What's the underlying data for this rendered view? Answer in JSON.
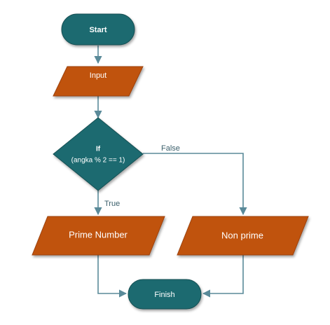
{
  "diagram": {
    "nodes": {
      "start": {
        "label": "Start",
        "shape": "terminator"
      },
      "input": {
        "label": "Input",
        "shape": "parallelogram"
      },
      "decision": {
        "label_line1": "If",
        "label_line2": "(angka % 2 == 1)",
        "shape": "diamond"
      },
      "prime": {
        "label": "Prime Number",
        "shape": "parallelogram"
      },
      "nonprime": {
        "label": "Non prime",
        "shape": "parallelogram"
      },
      "finish": {
        "label": "Finish",
        "shape": "terminator"
      }
    },
    "edges": {
      "true_label": "True",
      "false_label": "False"
    }
  },
  "colors": {
    "terminator_fill": "#1f6b70",
    "process_fill": "#c0520f",
    "decision_fill": "#1f6b70",
    "connector": "#5a8a99",
    "edge_label": "#3b5f6b"
  }
}
